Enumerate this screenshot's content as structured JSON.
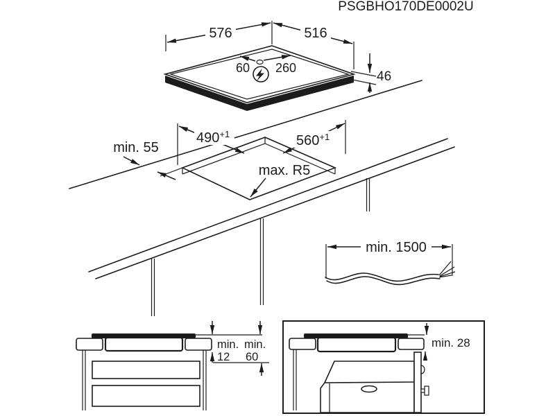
{
  "title": "PSGBHO170DE0002U",
  "line_color": "#1c1c1c",
  "hob_top_view": {
    "width": "576",
    "depth": "516",
    "height": "46",
    "mains_offset_left": "60",
    "mains_offset_right": "260",
    "mains_icon": "lightning-bolt-circle-icon"
  },
  "cutout_view": {
    "depth_value": "490",
    "depth_tolerance": "+1",
    "width_value": "560",
    "width_tolerance": "+1",
    "rear_clearance": "min. 55",
    "corner_radius": "max. R5"
  },
  "mains_cable": {
    "min_length": "min. 1500"
  },
  "section_drawer": {
    "top_clearance_prefix": "min.",
    "top_clearance_value": "12",
    "bottom_clearance_prefix": "min.",
    "bottom_clearance_value": "60"
  },
  "section_oven": {
    "clearance": "min. 28"
  }
}
